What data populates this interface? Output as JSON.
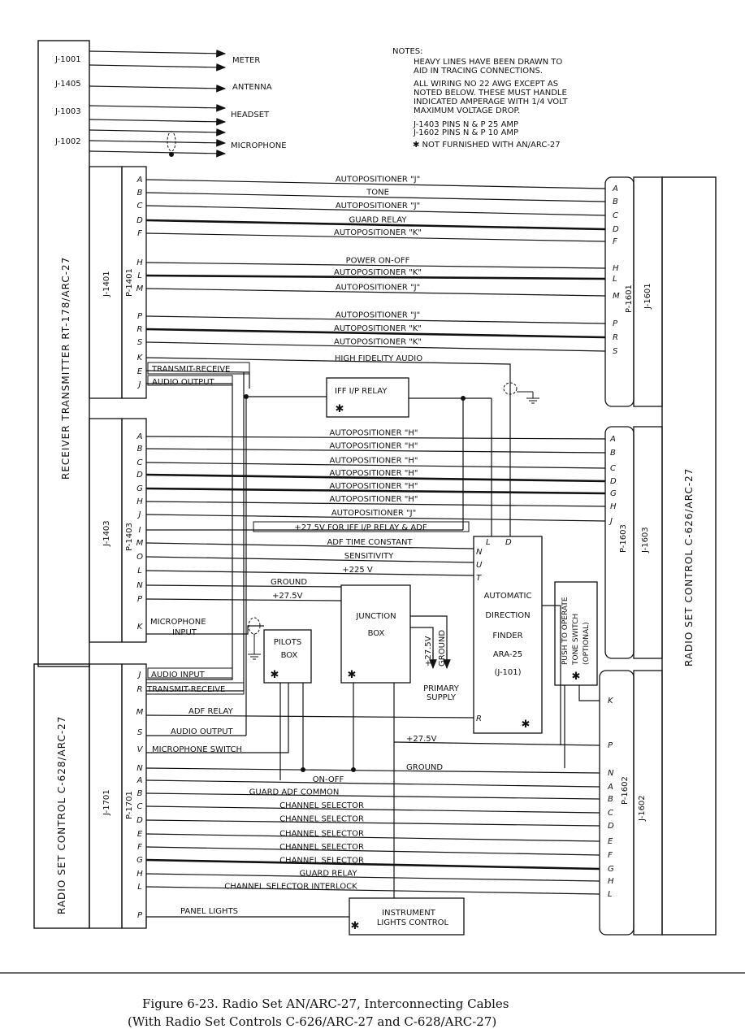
{
  "top_outputs": {
    "j1001": "J-1001",
    "j1405": "J-1405",
    "j1003": "J-1003",
    "j1002": "J-1002",
    "meter": "METER",
    "antenna": "ANTENNA",
    "headset": "HEADSET",
    "microphone": "MICROPHONE"
  },
  "notes": {
    "title": "NOTES:",
    "lines": [
      "HEAVY LINES HAVE BEEN DRAWN TO",
      "AID IN TRACING CONNECTIONS.",
      "ALL WIRING NO 22 AWG EXCEPT AS",
      "NOTED BELOW. THESE MUST HANDLE",
      "INDICATED AMPERAGE WITH 1/4 VOLT",
      "MAXIMUM VOLTAGE DROP.",
      "J-1403 PINS N & P    25 AMP",
      "J-1602 PINS N & P    10 AMP",
      "✱ NOT FURNISHED WITH AN/ARC-27"
    ]
  },
  "units": {
    "rt": "RECEIVER TRANSMITTER RT-178/ARC-27",
    "c628": "RADIO SET CONTROL C-628/ARC-27",
    "c626": "RADIO SET CONTROL C-626/ARC-27"
  },
  "connectors": {
    "j1401": "J-1401",
    "p1401": "P-1401",
    "j1403": "J-1403",
    "p1403": "P-1403",
    "j1701": "J-1701",
    "p1701": "P-1701",
    "j1601": "J-1601",
    "p1601": "P-1601",
    "j1603": "J-1603",
    "p1603": "P-1603",
    "j1602": "J-1602",
    "p1602": "P-1602"
  },
  "pins": {
    "p1401": [
      "A",
      "B",
      "C",
      "D",
      "F",
      "H",
      "L",
      "M",
      "P",
      "R",
      "S",
      "K",
      "E",
      "J"
    ],
    "p1403": [
      "A",
      "B",
      "C",
      "D",
      "G",
      "H",
      "J",
      "I",
      "M",
      "O",
      "L",
      "N",
      "P",
      "K"
    ],
    "p1701": [
      "J",
      "R",
      "M",
      "S",
      "V",
      "N",
      "A",
      "B",
      "C",
      "D",
      "E",
      "F",
      "G",
      "H",
      "L",
      "P"
    ],
    "p1601": [
      "A",
      "B",
      "C",
      "D",
      "F",
      "H",
      "L",
      "M",
      "P",
      "R",
      "S"
    ],
    "p1603": [
      "A",
      "B",
      "C",
      "D",
      "G",
      "H",
      "J"
    ],
    "p1602": [
      "K",
      "P",
      "N",
      "A",
      "B",
      "C",
      "D",
      "E",
      "F",
      "G",
      "H",
      "L"
    ],
    "adf": [
      "L",
      "D",
      "N",
      "U",
      "T",
      "R"
    ]
  },
  "wires": {
    "p1401": [
      "AUTOPOSITIONER \"J\"",
      "TONE",
      "AUTOPOSITIONER \"J\"",
      "GUARD RELAY",
      "AUTOPOSITIONER \"K\"",
      "POWER ON-OFF",
      "AUTOPOSITIONER \"K\"",
      "AUTOPOSITIONER \"J\"",
      "AUTOPOSITIONER \"J\"",
      "AUTOPOSITIONER \"K\"",
      "AUTOPOSITIONER \"K\"",
      "HIGH FIDELITY AUDIO",
      "TRANSMIT-RECEIVE",
      "AUDIO OUTPUT"
    ],
    "p1403": [
      "AUTOPOSITIONER \"H\"",
      "AUTOPOSITIONER \"H\"",
      "AUTOPOSITIONER \"H\"",
      "AUTOPOSITIONER \"H\"",
      "AUTOPOSITIONER \"H\"",
      "AUTOPOSITIONER \"H\"",
      "AUTOPOSITIONER \"J\"",
      "+27.5V FOR IFF I/P RELAY & ADF",
      "ADF TIME CONSTANT",
      "SENSITIVITY",
      "+225 V",
      "GROUND",
      "+27.5V",
      "MICROPHONE",
      "INPUT"
    ],
    "p1701": [
      "AUDIO INPUT",
      "TRANSMIT-RECEIVE",
      "ADF RELAY",
      "AUDIO OUTPUT",
      "MICROPHONE SWITCH",
      "GROUND",
      "ON-OFF",
      "GUARD ADF COMMON",
      "CHANNEL SELECTOR",
      "CHANNEL SELECTOR",
      "CHANNEL SELECTOR",
      "CHANNEL SELECTOR",
      "CHANNEL SELECTOR",
      "GUARD RELAY",
      "CHANNEL SELECTOR INTERLOCK",
      "PANEL LIGHTS",
      "+27.5V"
    ]
  },
  "boxes": {
    "iff": "IFF I/P RELAY",
    "junction": [
      "JUNCTION",
      "BOX"
    ],
    "pilots": [
      "PILOTS",
      "BOX"
    ],
    "adf": [
      "AUTOMATIC",
      "DIRECTION",
      "FINDER",
      "ARA-25",
      "(J-101)"
    ],
    "switch": [
      "PUSH TO OPERATE",
      "TONE SWITCH",
      "(OPTIONAL)"
    ],
    "lights": [
      "INSTRUMENT",
      "LIGHTS CONTROL"
    ],
    "supply": [
      "+27.5V",
      "GROUND",
      "PRIMARY",
      "SUPPLY"
    ],
    "star": "✱"
  },
  "caption": [
    "Figure 6-23. Radio Set AN/ARC-27, Interconnecting Cables",
    "(With Radio Set Controls C-626/ARC-27 and C-628/ARC-27)"
  ]
}
